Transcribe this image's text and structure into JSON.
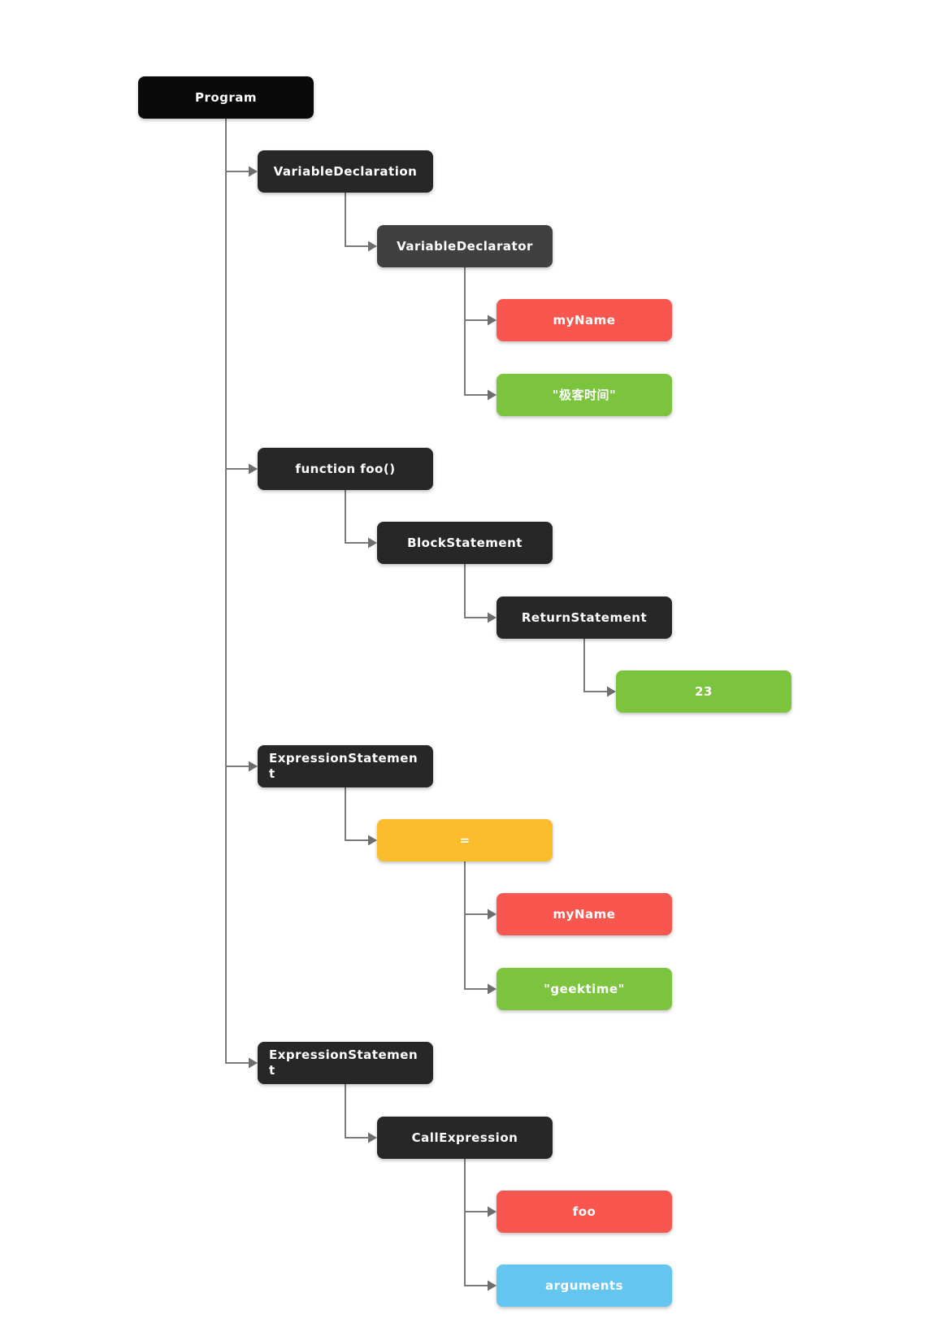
{
  "palette": {
    "program": "#0a0a0a",
    "statement": "#272727",
    "declarator": "#404040",
    "identifier": "#f8564f",
    "literal": "#7cc43e",
    "operator": "#fbbc2e",
    "arguments": "#64c5f0",
    "connector_line": "#7a7a7a",
    "connector_arrow": "#6e6e6e",
    "text": "#ffffff",
    "background": "#ffffff"
  },
  "nodes": [
    {
      "label": "Program",
      "role": "program",
      "parent": null
    },
    {
      "label": "VariableDeclaration",
      "role": "statement",
      "parent": 0
    },
    {
      "label": "VariableDeclarator",
      "role": "declarator",
      "parent": 1
    },
    {
      "label": "myName",
      "role": "identifier",
      "parent": 2
    },
    {
      "label": "\"极客时间\"",
      "role": "literal",
      "parent": 2
    },
    {
      "label": "function foo()",
      "role": "statement",
      "parent": 0
    },
    {
      "label": "BlockStatement",
      "role": "statement",
      "parent": 5
    },
    {
      "label": "ReturnStatement",
      "role": "statement",
      "parent": 6
    },
    {
      "label": "23",
      "role": "literal",
      "parent": 7
    },
    {
      "label": "ExpressionStatement",
      "role": "statement",
      "parent": 0
    },
    {
      "label": "=",
      "role": "operator",
      "parent": 9
    },
    {
      "label": "myName",
      "role": "identifier",
      "parent": 10
    },
    {
      "label": "\"geektime\"",
      "role": "literal",
      "parent": 10
    },
    {
      "label": "ExpressionStatement",
      "role": "statement",
      "parent": 0
    },
    {
      "label": "CallExpression",
      "role": "statement",
      "parent": 13
    },
    {
      "label": "foo",
      "role": "identifier",
      "parent": 14
    },
    {
      "label": "arguments",
      "role": "arguments",
      "parent": 14
    }
  ]
}
